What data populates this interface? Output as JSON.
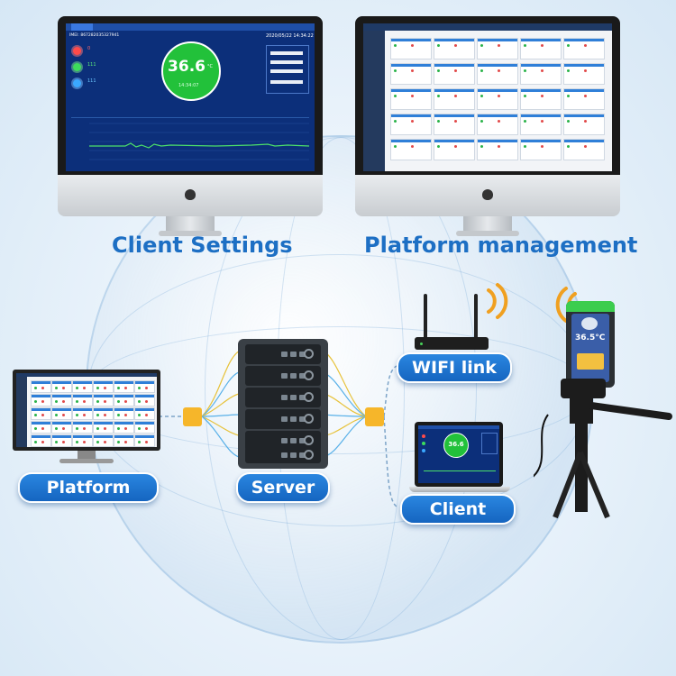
{
  "labels": {
    "client_settings": "Client Settings",
    "platform_management": "Platform management",
    "wifi_link": "WIFI link",
    "platform": "Platform",
    "server": "Server",
    "client": "Client"
  },
  "client_screen": {
    "header_id": "IMEI: 867282035327941",
    "datetime": "2020/05/22 14:34:22",
    "temperature": "36.6",
    "unit": "°C",
    "time": "14:34:07",
    "stat1_value": "0",
    "stat2_value": "111",
    "stat3_value": "111"
  },
  "laptop_screen": {
    "temperature": "36.6"
  },
  "device": {
    "reading": "36.5°C"
  },
  "colors": {
    "brand_blue": "#1d6fc4",
    "pill_blue": "#1565c0",
    "connector_orange": "#f6b62a",
    "temp_green": "#22c13a",
    "wifi_orange": "#f0a020"
  }
}
